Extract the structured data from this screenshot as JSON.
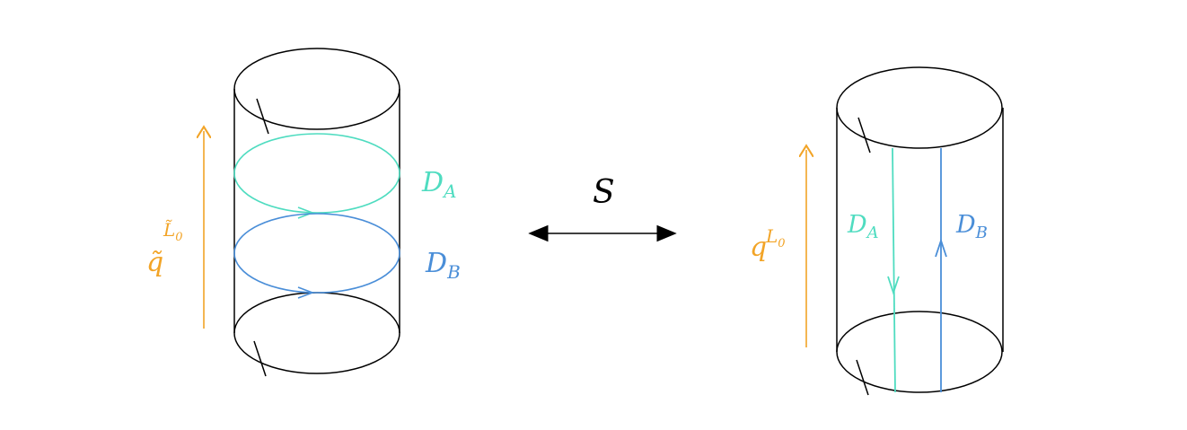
{
  "colors": {
    "teal": "#4fdcc0",
    "blue": "#4a8ed8",
    "orange": "#f2a427",
    "black": "#000000"
  },
  "left": {
    "label_DA": "D",
    "label_DA_sub": "A",
    "label_DB": "D",
    "label_DB_sub": "B",
    "time_base": "q̃",
    "time_exp": "L̃",
    "time_exp_sub": "0"
  },
  "center": {
    "transform_label": "S"
  },
  "right": {
    "label_DA": "D",
    "label_DA_sub": "A",
    "label_DB": "D",
    "label_DB_sub": "B",
    "time_base": "q",
    "time_exp": "L",
    "time_exp_sub": "0"
  }
}
